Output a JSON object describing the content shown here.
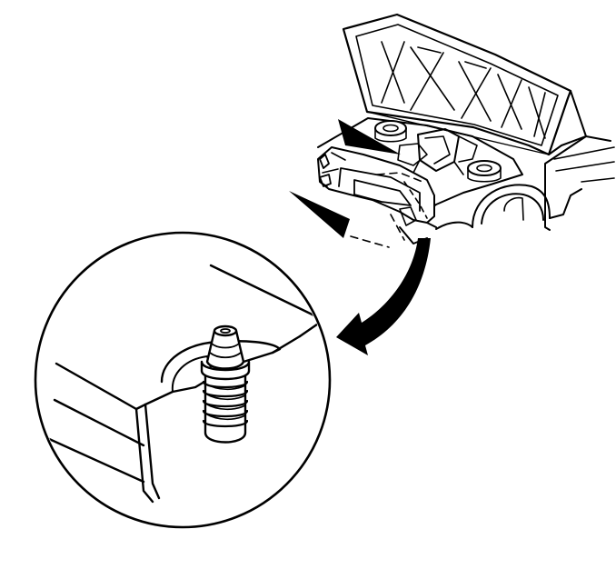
{
  "figure": {
    "type": "technical-line-illustration",
    "colors": {
      "line": "#000000",
      "background": "#ffffff"
    },
    "parts": [
      {
        "name": "vehicle-front-end-hood-open",
        "icon": "car-engine-bay-icon"
      },
      {
        "name": "pointer-arrow-upper",
        "icon": "triangle-arrow-icon"
      },
      {
        "name": "pointer-arrow-lower",
        "icon": "triangle-arrow-icon"
      },
      {
        "name": "detail-callout-arrow",
        "icon": "curved-arrow-icon"
      },
      {
        "name": "detail-magnifier-circle",
        "icon": "magnified-detail-icon"
      },
      {
        "name": "hood-bumper-stop",
        "icon": "threaded-rubber-bumper-icon"
      }
    ]
  }
}
